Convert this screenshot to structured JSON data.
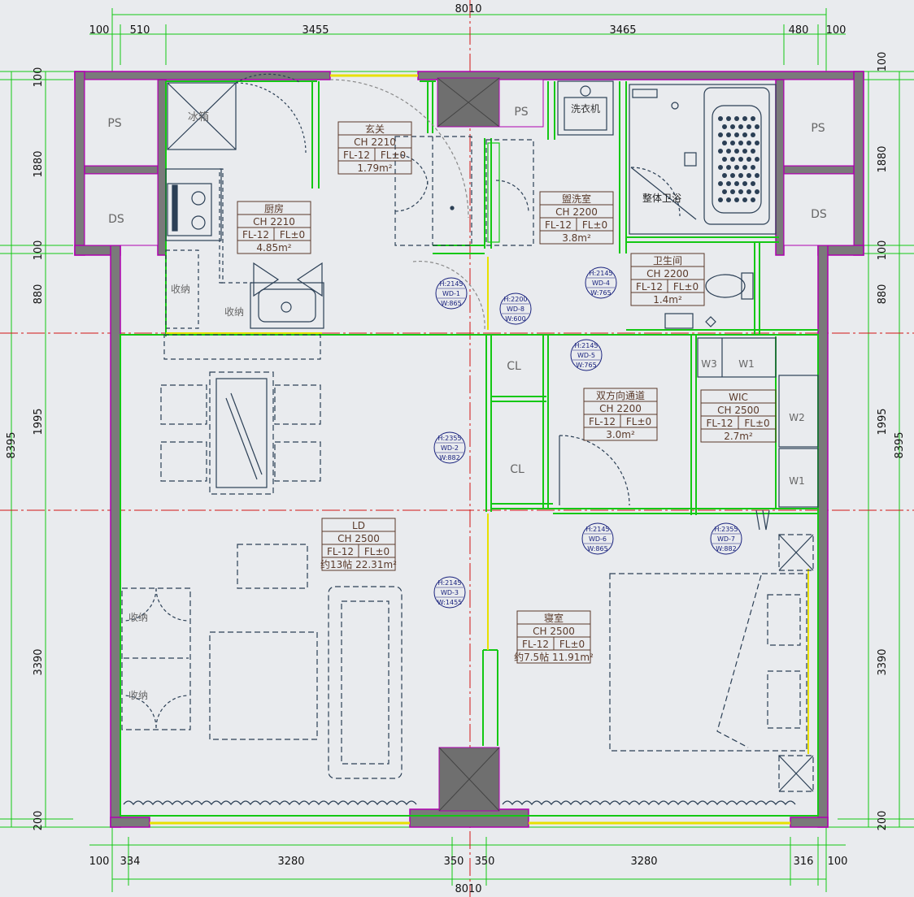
{
  "dimensions": {
    "overall_top": "8010",
    "overall_bottom": "8010",
    "overall_left": "8395",
    "overall_right": "8395",
    "top": [
      "100",
      "510",
      "3455",
      "3465",
      "480",
      "100"
    ],
    "bottom": [
      "100",
      "334",
      "3280",
      "350",
      "350",
      "3280",
      "316",
      "100"
    ],
    "left": [
      "100",
      "1880",
      "100",
      "880",
      "1995",
      "3390",
      "200"
    ],
    "right": [
      "100",
      "1880",
      "100",
      "880",
      "1995",
      "3390",
      "200"
    ]
  },
  "rooms": [
    {
      "id": "entrance",
      "name": "玄关",
      "ch": "CH 2210",
      "fl1": "FL-12",
      "fl2": "FL±0",
      "area": "1.79m²"
    },
    {
      "id": "kitchen",
      "name": "厨房",
      "ch": "CH 2210",
      "fl1": "FL-12",
      "fl2": "FL±0",
      "area": "4.85m²"
    },
    {
      "id": "washroom",
      "name": "盥洗室",
      "ch": "CH 2200",
      "fl1": "FL-12",
      "fl2": "FL±0",
      "area": "3.8m²"
    },
    {
      "id": "toilet",
      "name": "卫生间",
      "ch": "CH 2200",
      "fl1": "FL-12",
      "fl2": "FL±0",
      "area": "1.4m²"
    },
    {
      "id": "corridor",
      "name": "双方向通道",
      "ch": "CH 2200",
      "fl1": "FL-12",
      "fl2": "FL±0",
      "area": "3.0m²"
    },
    {
      "id": "wic",
      "name": "WIC",
      "ch": "CH 2500",
      "fl1": "FL-12",
      "fl2": "FL±0",
      "area": "2.7m²"
    },
    {
      "id": "ld",
      "name": "LD",
      "ch": "CH 2500",
      "fl1": "FL-12",
      "fl2": "FL±0",
      "tatami": "约13帖",
      "area": "22.31m²"
    },
    {
      "id": "bedroom",
      "name": "寝室",
      "ch": "CH 2500",
      "fl1": "FL-12",
      "fl2": "FL±0",
      "tatami": "约7.5帖",
      "area": "11.91m²"
    }
  ],
  "shafts": {
    "ps": "PS",
    "ds": "DS"
  },
  "fixtures": {
    "fridge": "冰箱",
    "washer": "洗衣机",
    "bath": "整体卫浴",
    "storage": "收纳",
    "closet": "CL",
    "w1": "W1",
    "w2": "W2",
    "w3": "W3"
  },
  "doors": [
    {
      "code": "WD-1",
      "h": "H:2145",
      "w": "W:865"
    },
    {
      "code": "WD-2",
      "h": "H:2355",
      "w": "W:882"
    },
    {
      "code": "WD-3",
      "h": "H:2145",
      "w": "W:1455"
    },
    {
      "code": "WD-4",
      "h": "H:2145",
      "w": "W:765"
    },
    {
      "code": "WD-5",
      "h": "H:2145",
      "w": "W:765"
    },
    {
      "code": "WD-6",
      "h": "H:2145",
      "w": "W:865"
    },
    {
      "code": "WD-7",
      "h": "H:2355",
      "w": "W:882"
    },
    {
      "code": "WD-8",
      "h": "H:2200",
      "w": "W:600"
    }
  ],
  "colors": {
    "background": "#e9ebee",
    "wall": "#7a7a7a",
    "wall_edge": "#b000b0",
    "green_line": "#14c814",
    "red_axis": "#d21414",
    "yellow": "#e8e000",
    "furniture": "#2b3f55",
    "label": "#5a3a2a",
    "door_tag": "#1a237e",
    "column": "#6f6f6f"
  }
}
